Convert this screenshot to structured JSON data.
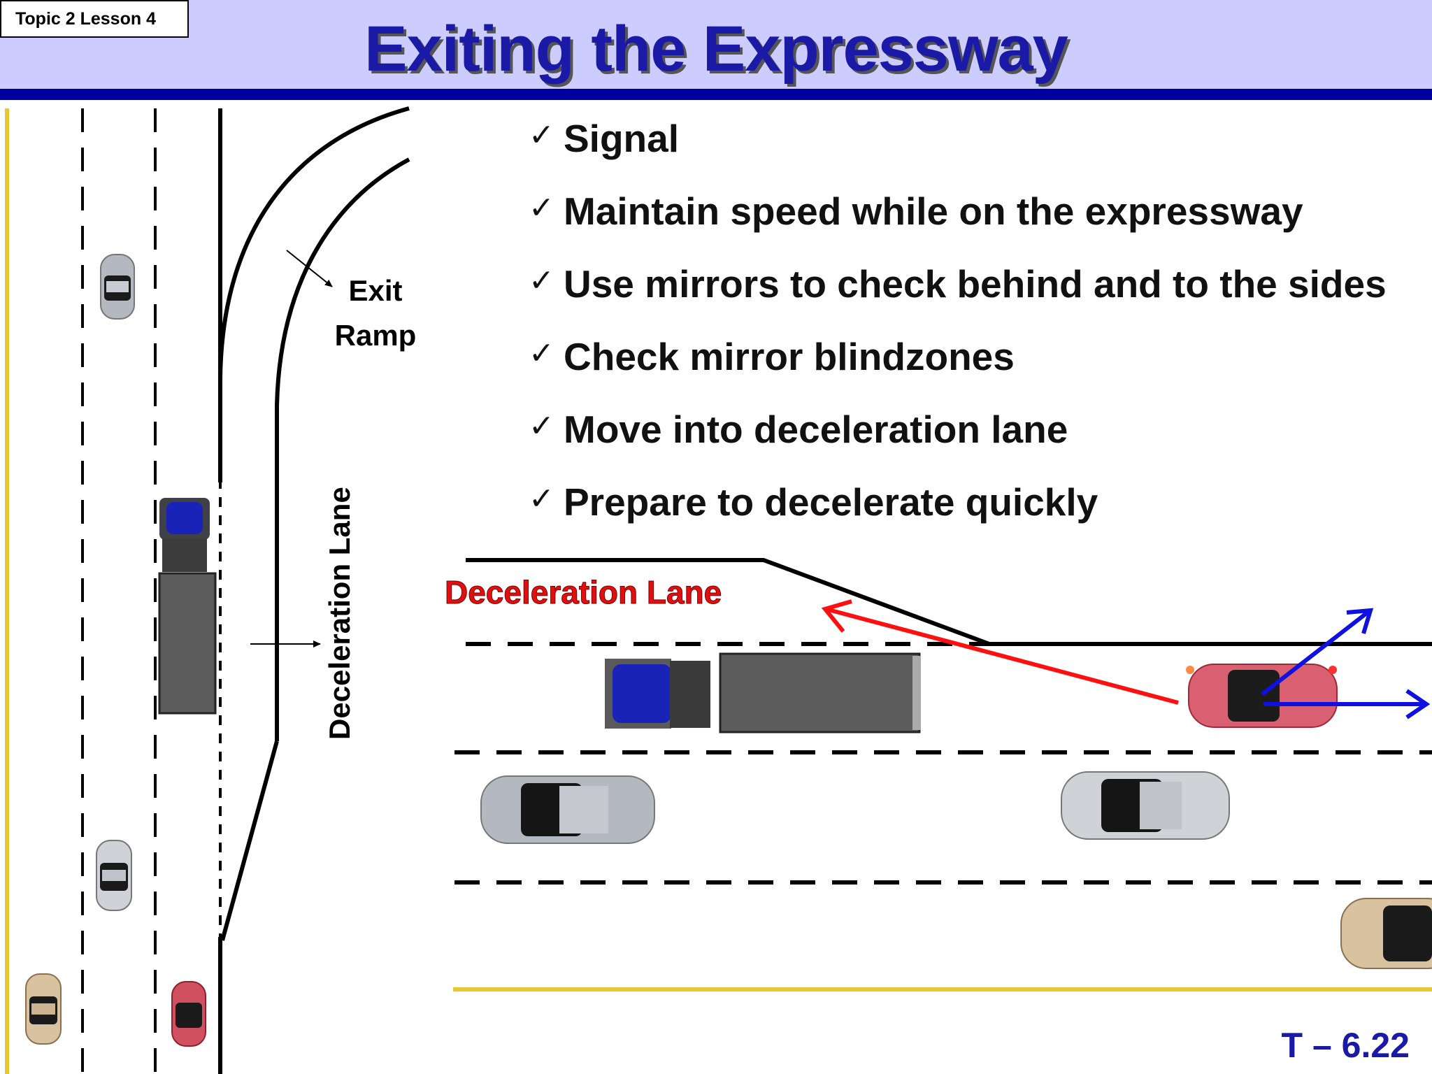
{
  "header": {
    "topic_badge": "Topic 2 Lesson 4",
    "title": "Exiting the Expressway"
  },
  "checklist": [
    {
      "mark": "✓",
      "text": "Signal"
    },
    {
      "mark": "✓",
      "text": "Maintain speed while on the expressway"
    },
    {
      "mark": "✓",
      "text": "Use mirrors to check behind and to the sides"
    },
    {
      "mark": "✓",
      "text": "Check mirror blindzones"
    },
    {
      "mark": "✓",
      "text": "Move into deceleration lane"
    },
    {
      "mark": "✓",
      "text": "Prepare to decelerate quickly"
    }
  ],
  "diagram_labels": {
    "exit_ramp_line1": "Exit",
    "exit_ramp_line2": "Ramp",
    "vertical_lane_label": "Deceleration Lane",
    "horizontal_lane_label": "Deceleration Lane"
  },
  "footer": {
    "slide_number": "T – 6.22"
  },
  "colors": {
    "header_bg": "#ccccff",
    "header_rule": "#0000a0",
    "title_text": "#1a1aa6",
    "road_edge_yellow": "#e8c830",
    "path_arrow_red": "#ff1010",
    "vector_arrow_blue": "#1010e0",
    "lane_label_red": "#e01010"
  }
}
